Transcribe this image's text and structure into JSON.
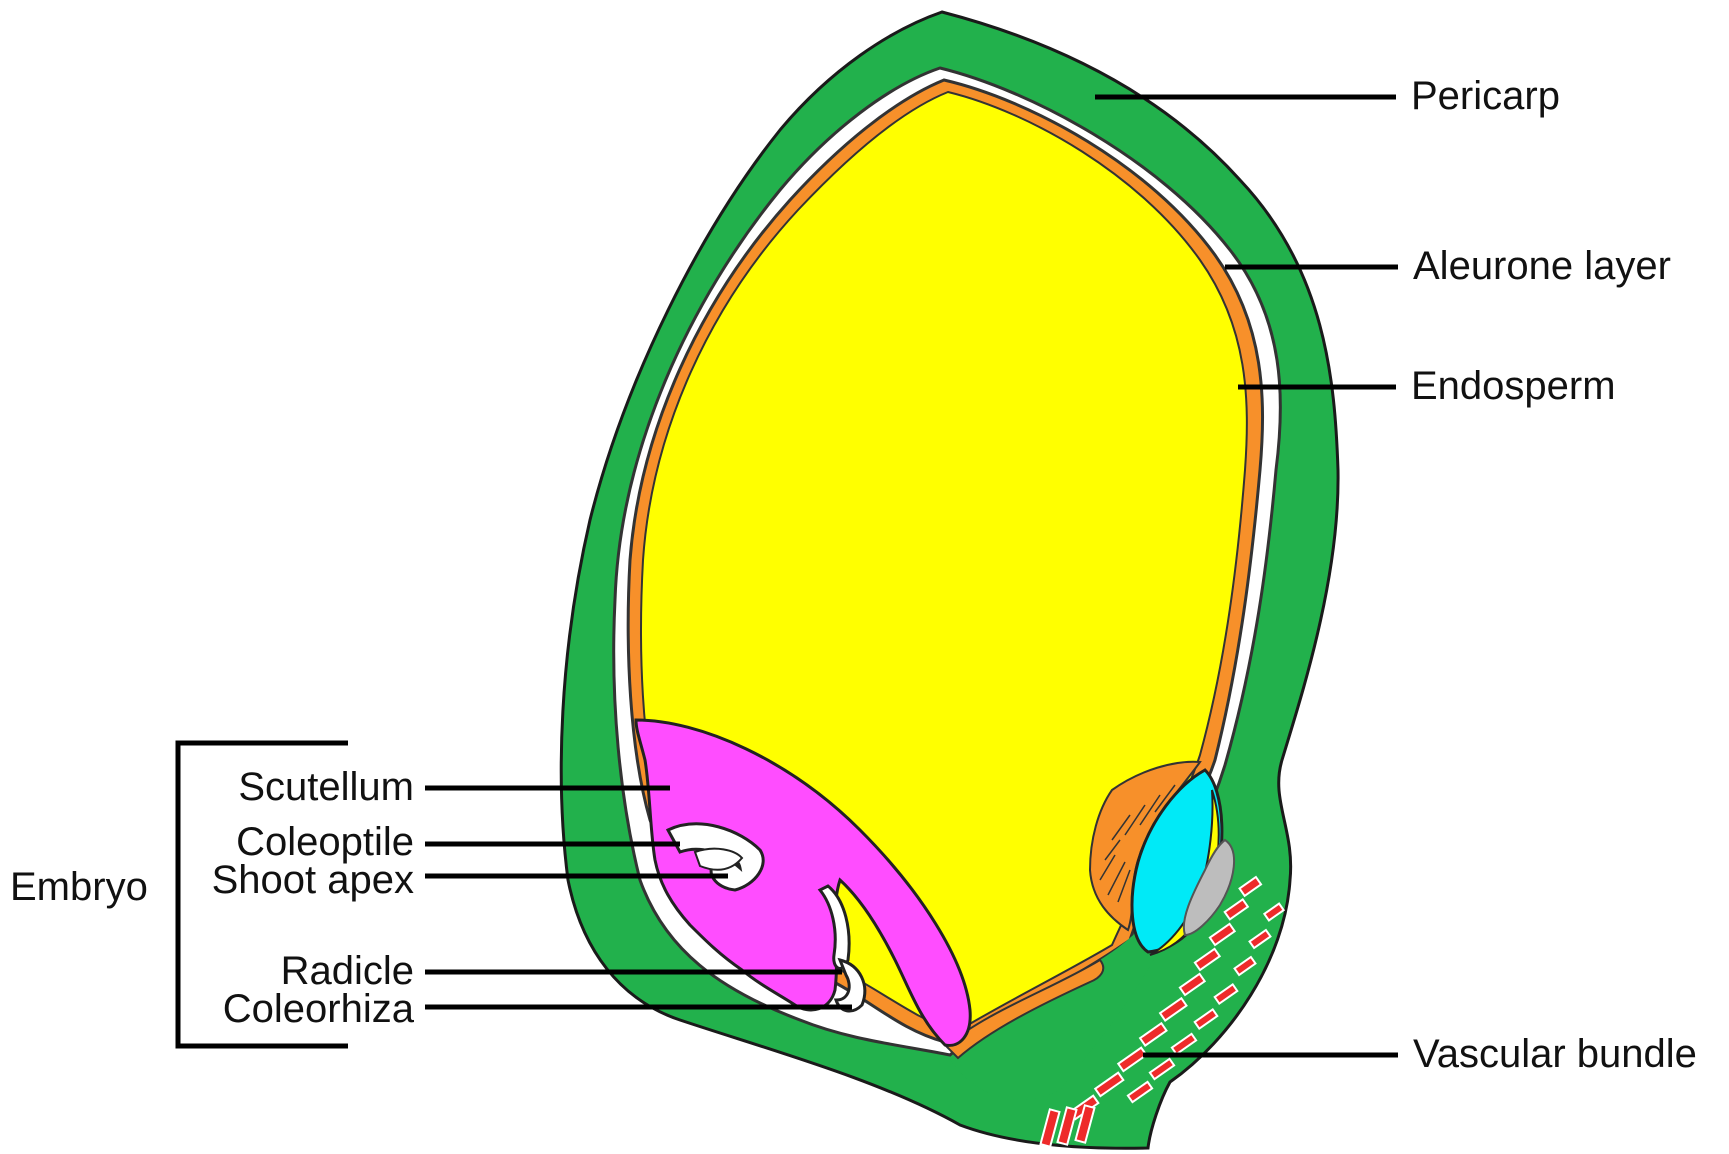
{
  "colors": {
    "pericarp": "#22b14c",
    "aleurone": "#f7902a",
    "endosperm": "#ffff00",
    "embryo": "#ff4dff",
    "cyan_region": "#00eaf7",
    "vascular": "#ee2a2a",
    "outline": "#222222"
  },
  "labels": {
    "pericarp": "Pericarp",
    "aleurone_layer": "Aleurone layer",
    "endosperm": "Endosperm",
    "vascular_bundle": "Vascular bundle",
    "scutellum": "Scutellum",
    "coleoptile": "Coleoptile",
    "shoot_apex": "Shoot apex",
    "radicle": "Radicle",
    "coleorhiza": "Coleorhiza",
    "embryo": "Embryo"
  }
}
